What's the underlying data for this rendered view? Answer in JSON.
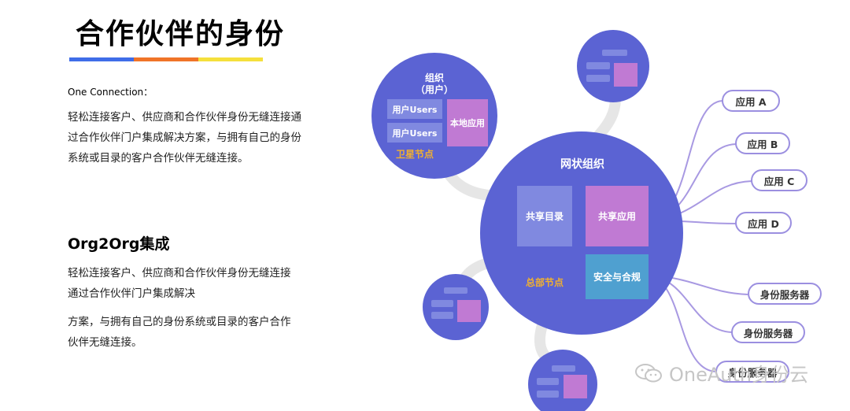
{
  "page": {
    "title": "合作伙伴的身份",
    "title_bar_colors": [
      "#3f6de8",
      "#f07428",
      "#f5e03c"
    ]
  },
  "sections": {
    "one_connection": {
      "label": "One Connection：",
      "lines": [
        "轻松连接客户、供应商和合作伙伴身份无缝连接通",
        "过合作伙伴门户集成解决方案，与拥有自己的身份",
        "系统或目录的客户合作伙伴无缝连接。"
      ]
    },
    "org2org": {
      "heading": "Org2Org集成",
      "lines_a": [
        "轻松连接客户、供应商和合作伙伴身份无缝连接",
        "通过合作伙伴门户集成解决"
      ],
      "lines_b": [
        "方案，与拥有自己的身份系统或目录的客户合作",
        "伙伴无缝连接。"
      ]
    }
  },
  "diagram": {
    "satellite": {
      "title": "组织",
      "subtitle": "（用户）",
      "user_boxes": [
        "用户Users",
        "用户Users"
      ],
      "local_app": "本地应用",
      "node_label": "卫星节点"
    },
    "hub": {
      "title": "网状组织",
      "shared_dir": "共享目录",
      "shared_app": "共享应用",
      "security": "安全与合规",
      "node_label": "总部节点"
    },
    "apps": [
      "应用 A",
      "应用 B",
      "应用 C",
      "应用 D"
    ],
    "identity_servers": [
      "身份服务器",
      "身份服务器",
      "身份服务器"
    ],
    "colors": {
      "node": "#5b63d3",
      "box_light": "#8089e0",
      "box_pink": "#c07ad3",
      "box_teal": "#4fa0d0",
      "orange_label": "#f0b030",
      "pill_border": "#9b8fe0",
      "branch": "#a899e2"
    }
  },
  "watermark": {
    "text": "OneAuth身份云",
    "icon": "wechat-icon"
  }
}
